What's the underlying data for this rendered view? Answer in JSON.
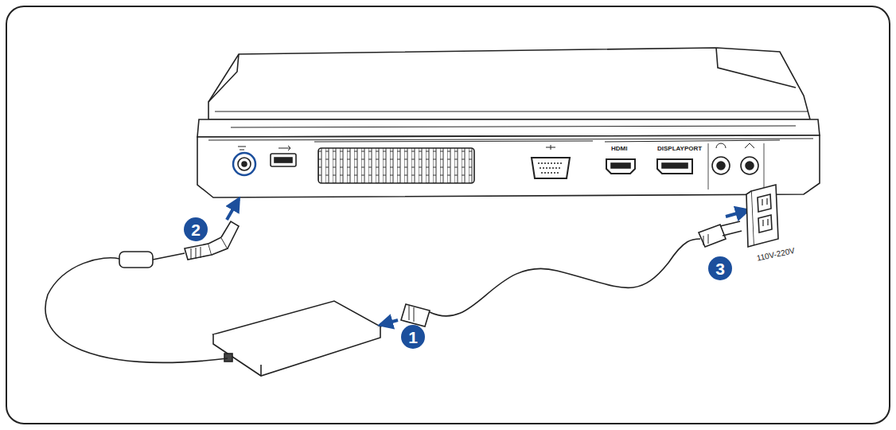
{
  "diagram": {
    "labels": [
      "HDMI",
      "DISPLAYPORT",
      "2",
      "1",
      "3",
      "110V-220V"
    ]
  }
}
